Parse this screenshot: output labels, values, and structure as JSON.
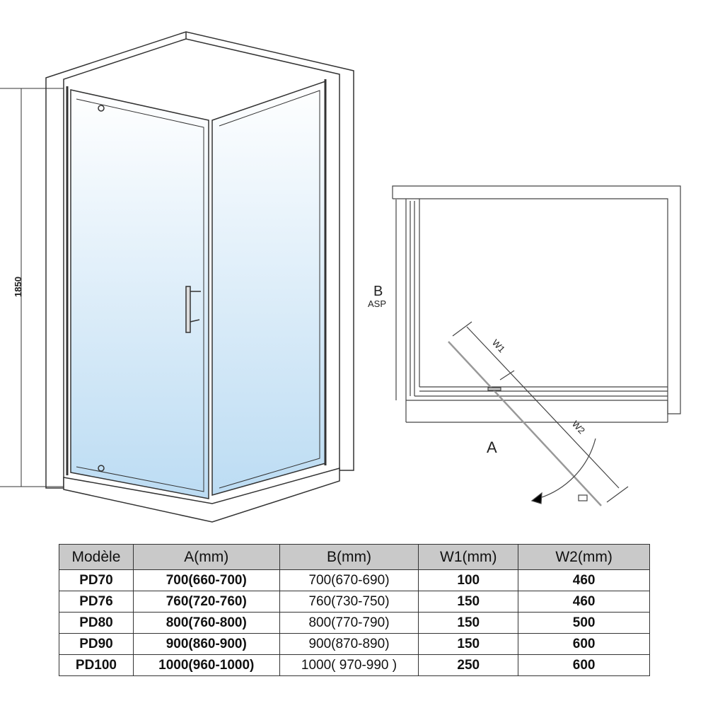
{
  "diagram": {
    "height_label": "1850",
    "depth_label": "B",
    "depth_sublabel": "ASP",
    "width_label": "A",
    "w1_label": "W1",
    "w2_label": "W2"
  },
  "table": {
    "headers": [
      "Modèle",
      "A(mm)",
      "B(mm)",
      "W1(mm)",
      "W2(mm)"
    ],
    "rows": [
      [
        "PD70",
        "700(660-700)",
        "700(670-690)",
        "100",
        "460"
      ],
      [
        "PD76",
        "760(720-760)",
        "760(730-750)",
        "150",
        "460"
      ],
      [
        "PD80",
        "800(760-800)",
        "800(770-790)",
        "150",
        "500"
      ],
      [
        "PD90",
        "900(860-900)",
        "900(870-890)",
        "150",
        "600"
      ],
      [
        "PD100",
        "1000(960-1000)",
        "1000( 970-990 )",
        "250",
        "600"
      ]
    ]
  }
}
